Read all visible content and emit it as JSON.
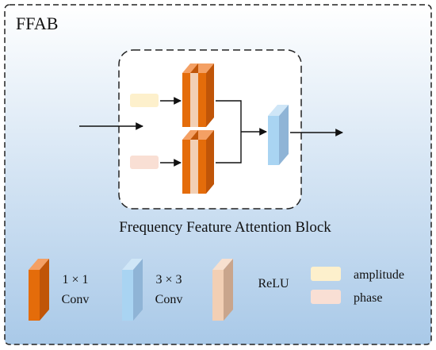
{
  "block": {
    "tag": "FFAB",
    "caption": "Frequency Feature Attention Block"
  },
  "inputs": {
    "amplitude_chip": "amplitude",
    "phase_chip": "phase"
  },
  "legend": {
    "conv1_label_line1": "1 × 1",
    "conv1_label_line2": "Conv",
    "conv3_label_line1": "3 × 3",
    "conv3_label_line2": "Conv",
    "relu_label": "ReLU",
    "amplitude_label": "amplitude",
    "phase_label": "phase"
  },
  "colors": {
    "bg_gradient_top": "#ffffff",
    "bg_gradient_bottom": "#a9c9e8",
    "conv1_front": "#e46c0a",
    "conv1_side": "#c05508",
    "conv1_top": "#f4a064",
    "conv3_front": "#8fb4d6",
    "conv3_side": "#a9d4f2",
    "relu_front": "#c9a58c",
    "relu_side": "#f2cfb4",
    "amplitude": "#fdf0cc",
    "phase": "#f9dfd4",
    "inner_panel": "#ffffff",
    "stroke": "#222222"
  }
}
